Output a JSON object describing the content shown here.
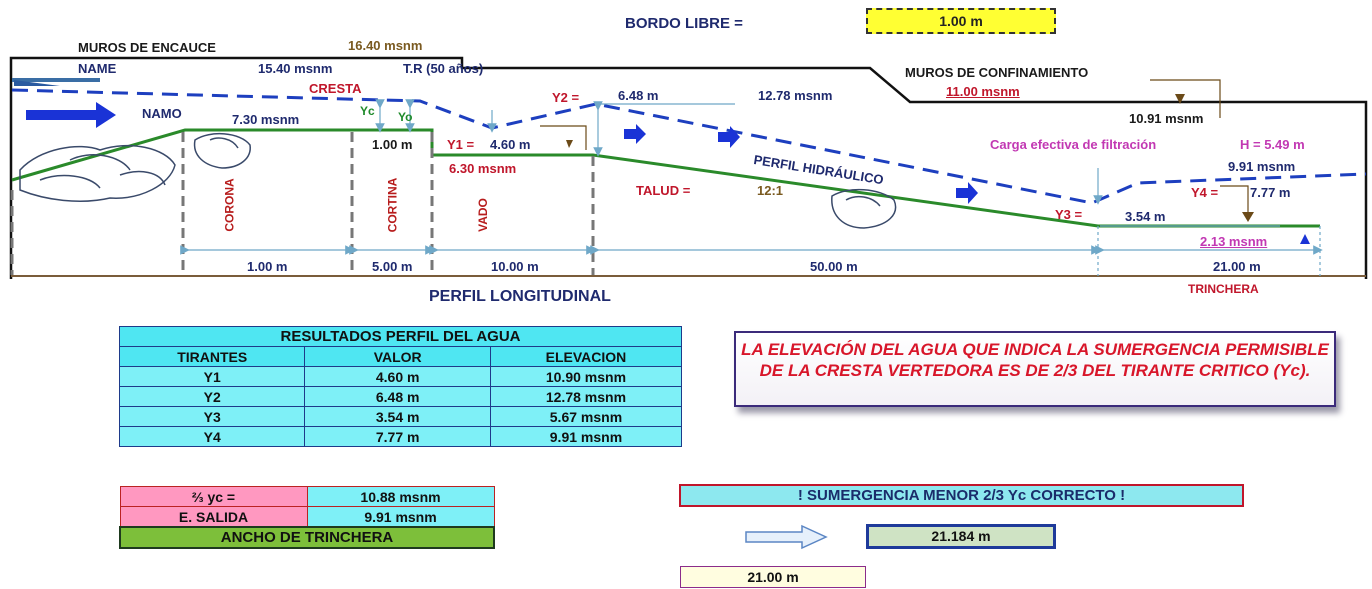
{
  "bordo_libre": {
    "label": "BORDO LIBRE =",
    "value": "1.00 m"
  },
  "profile": {
    "muros_encauce": "MUROS DE ENCAUCE",
    "elev_1640": "16.40 msnm",
    "name": "NAME",
    "elev_1540": "15.40 msnm",
    "tr": "T.R (50 años)",
    "cresta": "CRESTA",
    "namo": "NAMO",
    "yc": "Yc",
    "yo": "Yo",
    "elev_730": "7.30 msnm",
    "d_100": "1.00 m",
    "y1_label": "Y1 =",
    "y1_value": "4.60 m",
    "elev_630": "6.30 msnm",
    "y2_label": "Y2 =",
    "y2_value": "6.48 m",
    "elev_1278": "12.78 msnm",
    "muros_confinamiento": "MUROS DE CONFINAMIENTO",
    "elev_1100": "11.00 msnm",
    "elev_1091": "10.91 msnm",
    "carga": "Carga efectiva de filtración",
    "h_value": "H = 5.49 m",
    "perfil_hidraulico": "PERFIL HIDRÁULICO",
    "elev_991": "9.91 msnm",
    "y4_label": "Y4 =",
    "y4_value": "7.77 m",
    "talud_label": "TALUD =",
    "talud_value": "12:1",
    "y3_label": "Y3 =",
    "y3_value": "3.54 m",
    "elev_213": "2.13 msnm",
    "corona": "CORONA",
    "cortina": "CORTINA",
    "vado": "VADO",
    "dim_1": "1.00 m",
    "dim_2": "5.00 m",
    "dim_3": "10.00 m",
    "dim_4": "50.00 m",
    "dim_5": "21.00 m",
    "caption": "PERFIL  LONGITUDINAL",
    "trinchera": "TRINCHERA"
  },
  "results": {
    "title": "RESULTADOS PERFIL DEL AGUA",
    "headers": [
      "TIRANTES",
      "VALOR",
      "ELEVACION"
    ],
    "rows": [
      [
        "Y1",
        "4.60 m",
        "10.90 msnm"
      ],
      [
        "Y2",
        "6.48 m",
        "12.78 msnm"
      ],
      [
        "Y3",
        "3.54 m",
        "5.67 msnm"
      ],
      [
        "Y4",
        "7.77 m",
        "9.91 msnm"
      ]
    ]
  },
  "note": "LA ELEVACIÓN DEL AGUA QUE INDICA LA SUMERGENCIA PERMISIBLE DE LA CRESTA VERTEDORA ES DE 2/3 DEL TIRANTE  CRITICO (Yc).",
  "summary": {
    "yc_label": "⅔ yc =",
    "yc_value": "10.88 msnm",
    "salida_label": "E. SALIDA",
    "salida_value": "9.91 msnm",
    "ancho_label": "ANCHO DE TRINCHERA"
  },
  "message": "! SUMERGENCIA MENOR 2/3 Yc CORRECTO !",
  "computed_width": "21.184 m",
  "final_width": "21.00 m"
}
